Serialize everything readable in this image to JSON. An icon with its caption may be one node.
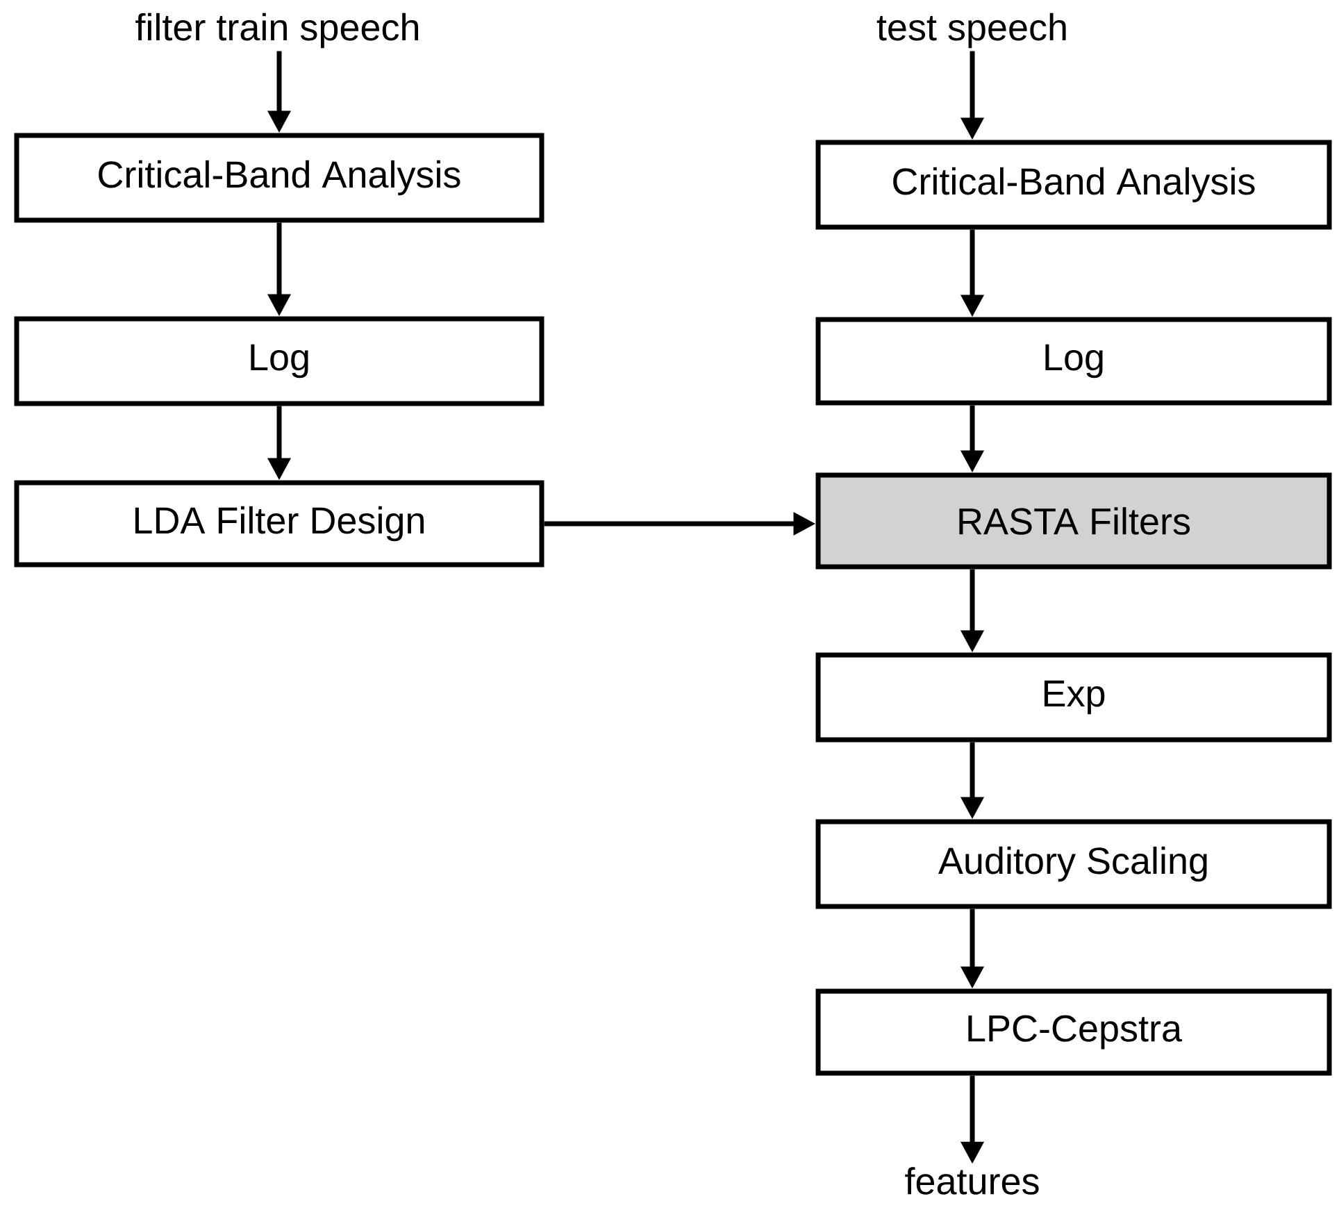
{
  "diagram": {
    "nodes": [
      {
        "text": [
          "filter train speech"
        ]
      },
      {
        "text": [
          "Critical-Band Analysis"
        ]
      },
      {
        "text": [
          "Log"
        ]
      },
      {
        "text": [
          "LDA Filter Design"
        ]
      },
      {
        "text": [
          "test speech"
        ]
      },
      {
        "text": [
          "Critical-Band Analysis"
        ]
      },
      {
        "text": [
          "Log"
        ]
      },
      {
        "text": [
          "RASTA Filters"
        ]
      },
      {
        "text": [
          "Exp"
        ]
      },
      {
        "text": [
          "Auditory Scaling"
        ]
      },
      {
        "text": [
          "LPC-Cepstra"
        ]
      },
      {
        "text": [
          "features"
        ]
      }
    ],
    "edges": [
      {
        "from": 0,
        "to": 1,
        "arrow": "to"
      },
      {
        "from": 1,
        "to": 2,
        "arrow": "to"
      },
      {
        "from": 2,
        "to": 3,
        "arrow": "to"
      },
      {
        "from": 3,
        "to": 7,
        "arrow": "to"
      },
      {
        "from": 4,
        "to": 5,
        "arrow": "to"
      },
      {
        "from": 5,
        "to": 6,
        "arrow": "to"
      },
      {
        "from": 6,
        "to": 7,
        "arrow": "to"
      },
      {
        "from": 7,
        "to": 8,
        "arrow": "to"
      },
      {
        "from": 8,
        "to": 9,
        "arrow": "to"
      },
      {
        "from": 9,
        "to": 10,
        "arrow": "to"
      },
      {
        "from": 10,
        "to": 11,
        "arrow": "to"
      }
    ]
  }
}
